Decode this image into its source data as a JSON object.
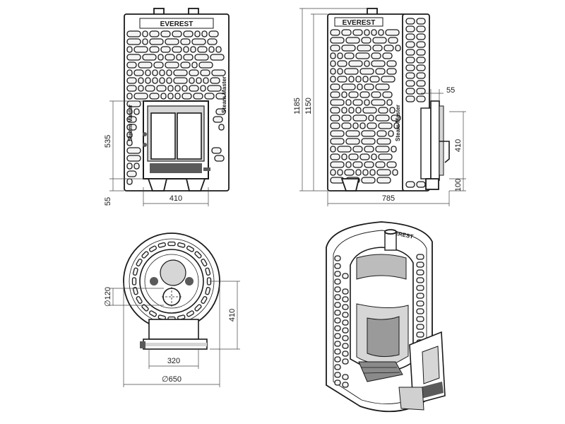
{
  "brand": "EVEREST",
  "model": "Steam Master",
  "dimensions": {
    "front_height_door": "535",
    "front_bottom": "55",
    "front_width": "410",
    "total_height": "1185",
    "body_height": "1150",
    "side_protrusion": "55",
    "side_door_height": "410",
    "side_bottom": "100",
    "side_width": "785",
    "flue_diameter": "∅120",
    "top_depth": "410",
    "firebox_width": "320",
    "outer_diameter": "∅650"
  }
}
